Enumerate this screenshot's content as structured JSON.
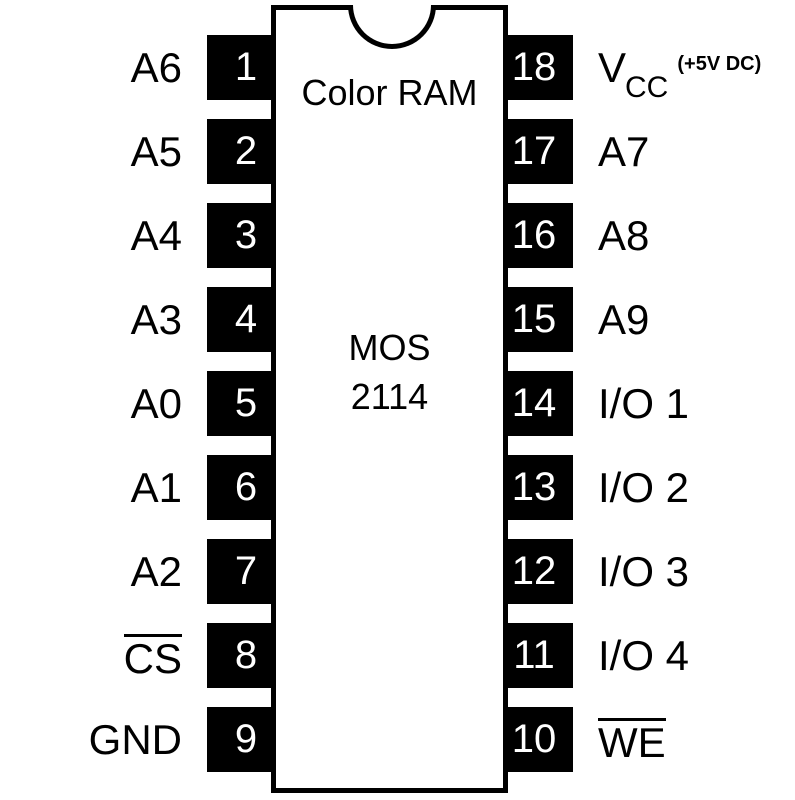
{
  "diagram": {
    "kind": "dip-pinout",
    "package": "18-pin DIP",
    "colors": {
      "body_outline": "#000000",
      "pad_fill": "#000000",
      "pad_text": "#ffffff",
      "background": "#ffffff"
    },
    "body": {
      "title": "Color RAM",
      "marking_line_1": "MOS",
      "marking_line_2": "2114",
      "notch_name": "orientation-notch"
    },
    "left_pins": [
      {
        "number": "1",
        "label": "A6",
        "overline": false
      },
      {
        "number": "2",
        "label": "A5",
        "overline": false
      },
      {
        "number": "3",
        "label": "A4",
        "overline": false
      },
      {
        "number": "4",
        "label": "A3",
        "overline": false
      },
      {
        "number": "5",
        "label": "A0",
        "overline": false
      },
      {
        "number": "6",
        "label": "A1",
        "overline": false
      },
      {
        "number": "7",
        "label": "A2",
        "overline": false
      },
      {
        "number": "8",
        "label": "CS",
        "overline": true
      },
      {
        "number": "9",
        "label": "GND",
        "overline": false
      }
    ],
    "right_pins": [
      {
        "number": "18",
        "label": "V",
        "subscript": "CC",
        "note": "(+5V DC)",
        "overline": false
      },
      {
        "number": "17",
        "label": "A7",
        "overline": false
      },
      {
        "number": "16",
        "label": "A8",
        "overline": false
      },
      {
        "number": "15",
        "label": "A9",
        "overline": false
      },
      {
        "number": "14",
        "label": "I/O 1",
        "overline": false
      },
      {
        "number": "13",
        "label": "I/O 2",
        "overline": false
      },
      {
        "number": "12",
        "label": "I/O 3",
        "overline": false
      },
      {
        "number": "11",
        "label": "I/O 4",
        "overline": false
      },
      {
        "number": "10",
        "label": "WE",
        "overline": true
      }
    ]
  }
}
